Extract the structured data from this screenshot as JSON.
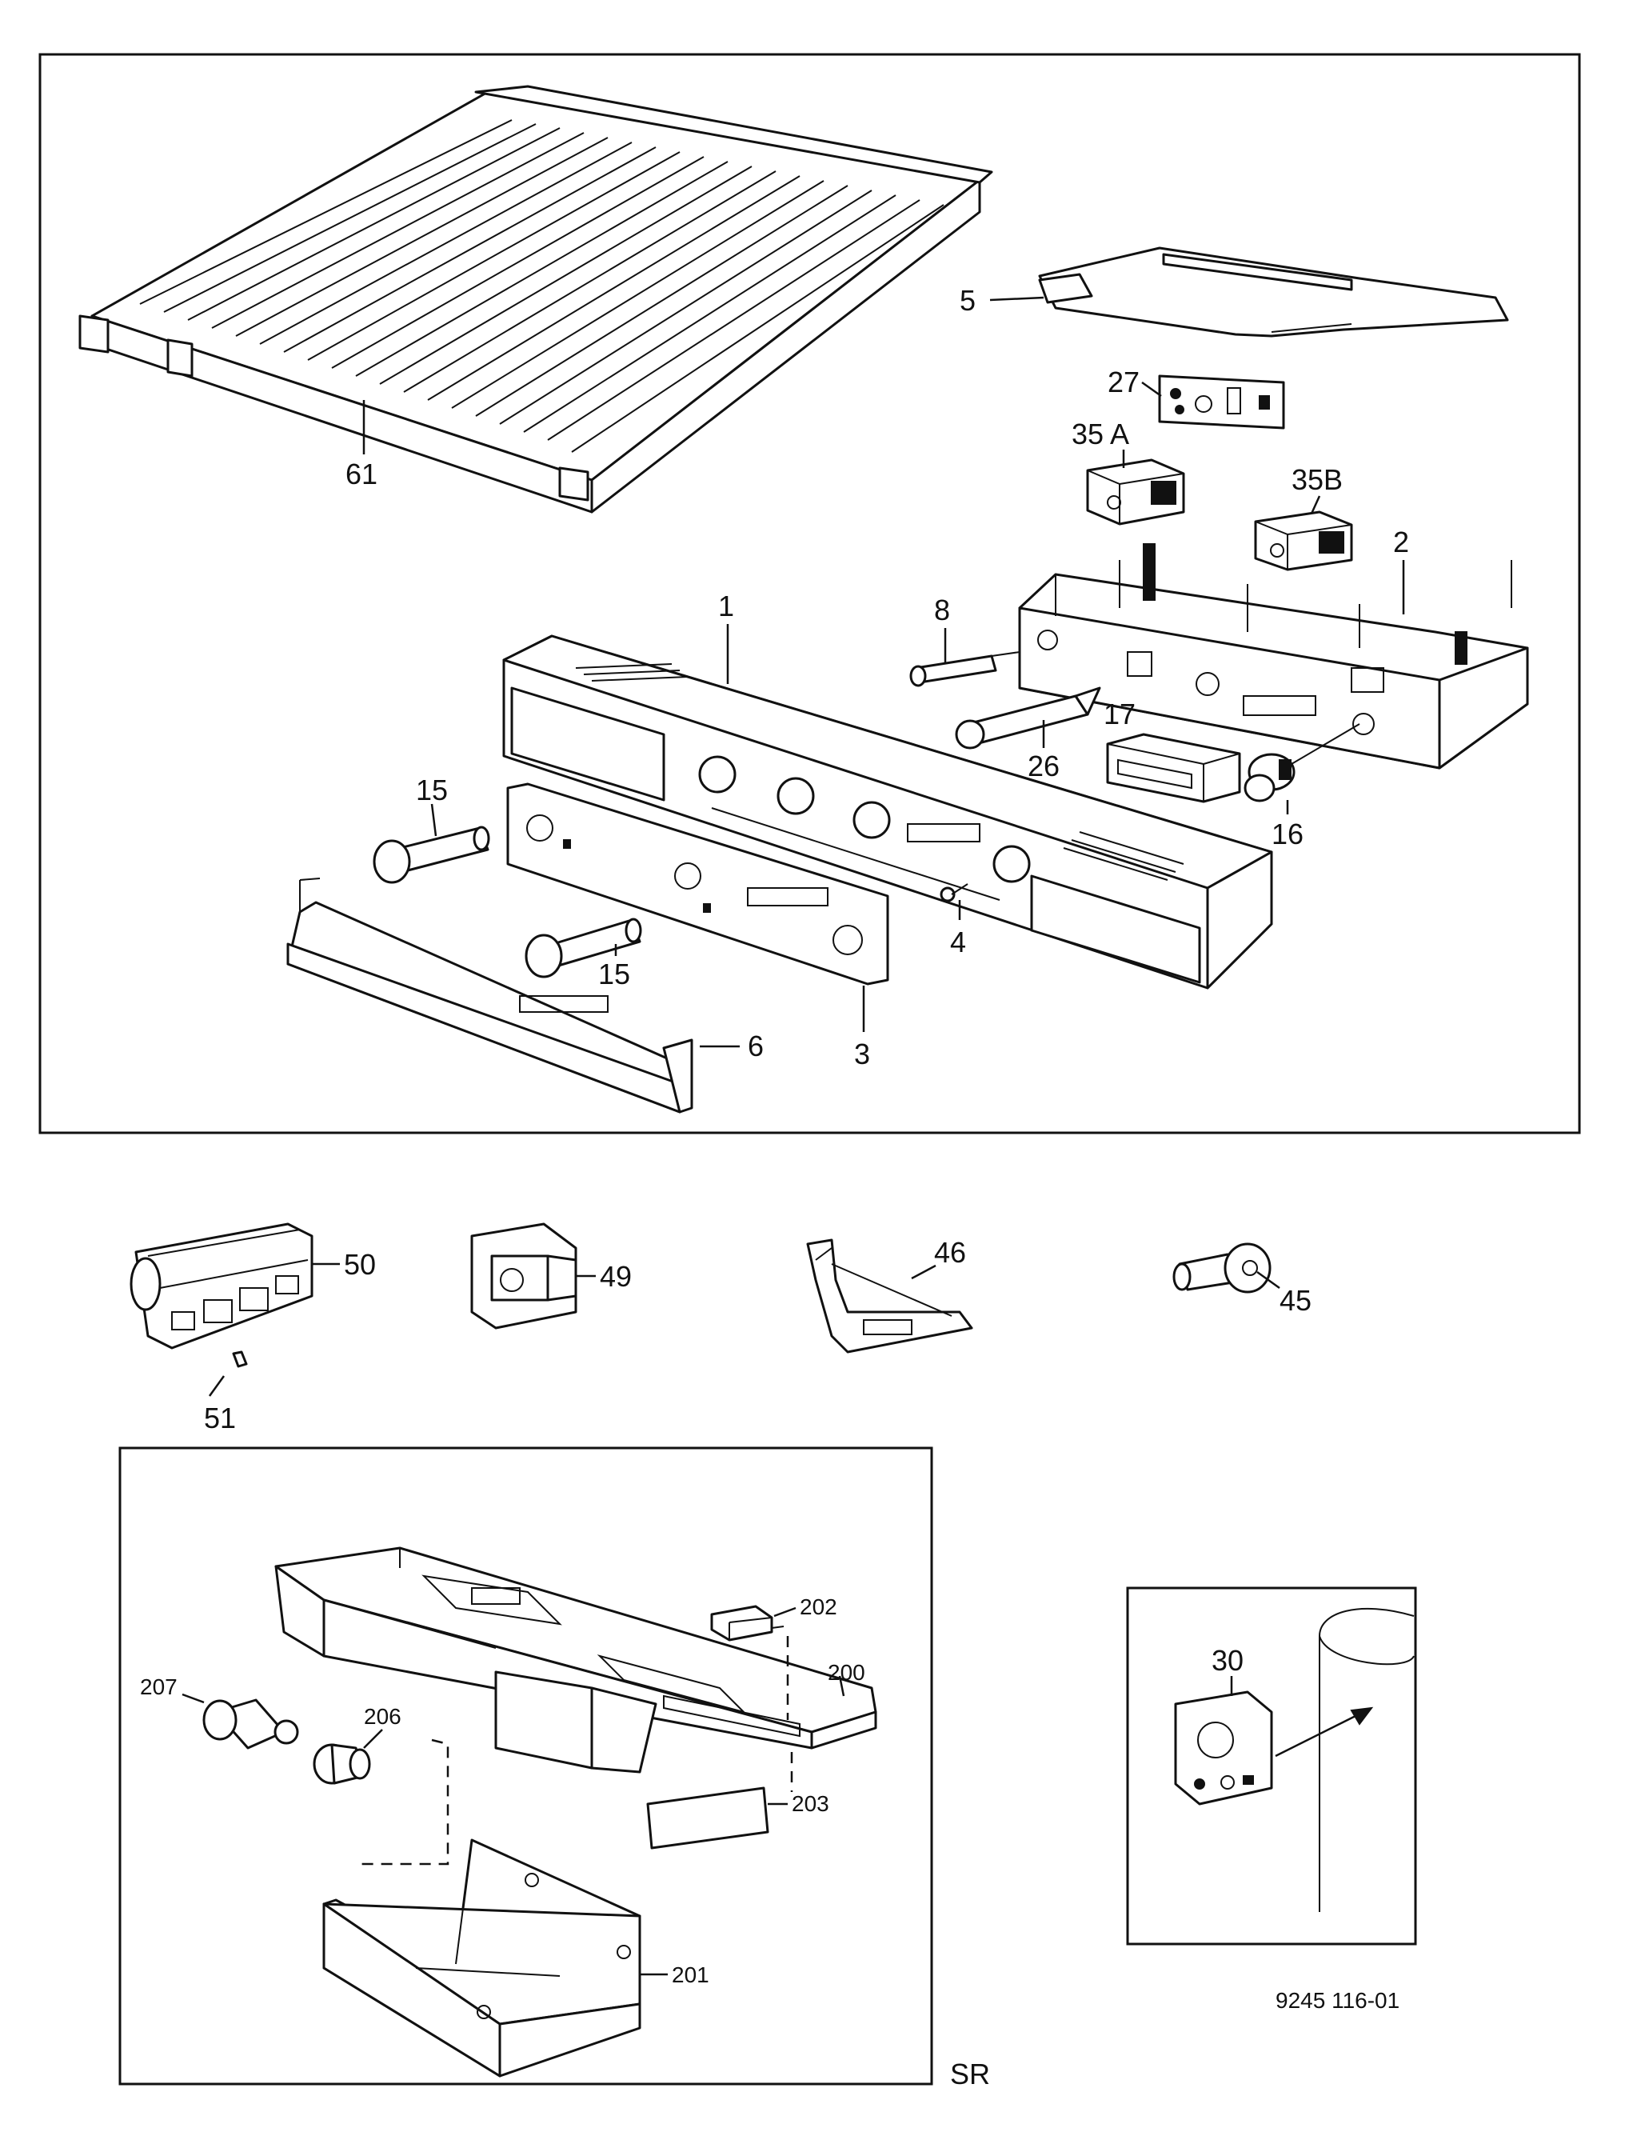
{
  "labels": {
    "p61": "61",
    "p5": "5",
    "p27": "27",
    "p35a": "35 A",
    "p35b": "35B",
    "p2": "2",
    "p1": "1",
    "p8": "8",
    "p26": "26",
    "p17": "17",
    "p16": "16",
    "p15a": "15",
    "p15b": "15",
    "p4": "4",
    "p3": "3",
    "p6": "6",
    "p50": "50",
    "p51": "51",
    "p49": "49",
    "p46": "46",
    "p45": "45",
    "p202": "202",
    "p200": "200",
    "p207": "207",
    "p206": "206",
    "p203": "203",
    "p201": "201",
    "sr": "SR",
    "p30": "30"
  },
  "drawing_number": "9245 116-01"
}
